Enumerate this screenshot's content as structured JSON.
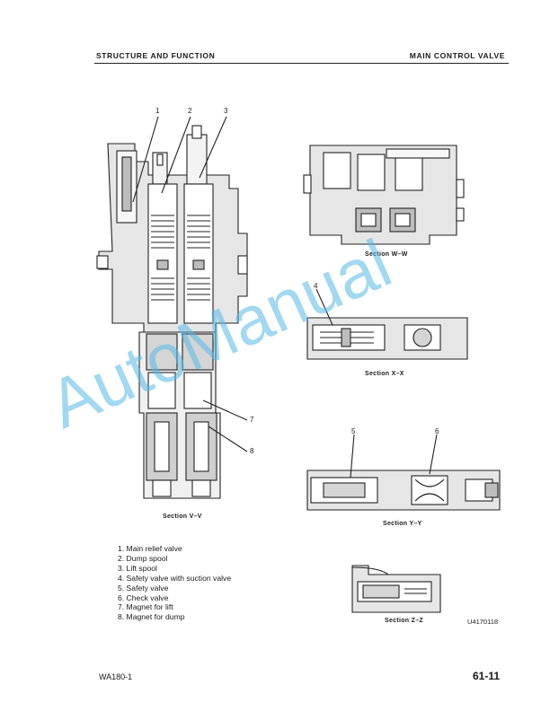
{
  "header": {
    "left": "STRUCTURE AND FUNCTION",
    "right": "MAIN CONTROL VALVE"
  },
  "figures": {
    "section_v": "Section V–V",
    "section_w": "Section W–W",
    "section_x": "Section X–X",
    "section_y": "Section Y–Y",
    "section_z": "Section Z–Z"
  },
  "callouts": [
    "1",
    "2",
    "3",
    "4",
    "5",
    "6",
    "7",
    "8"
  ],
  "legend": [
    "1.  Main relief valve",
    "2.  Dump spool",
    "3.  Lift spool",
    "4.  Safety valve with suction valve",
    "5.  Safety valve",
    "6.  Check valve",
    "7.  Magnet for lift",
    "8.  Magnet for dump"
  ],
  "figure_code": "U4170118",
  "footer": {
    "model": "WA180-1",
    "page": "61-11"
  },
  "watermark": {
    "text": "AutoManual",
    "color": "#56b8e6"
  }
}
